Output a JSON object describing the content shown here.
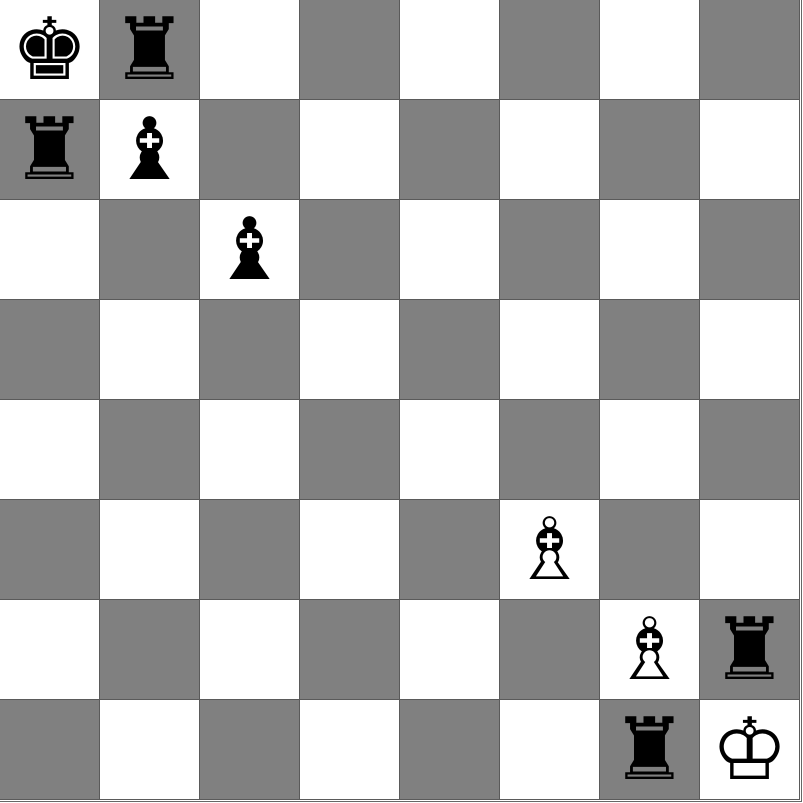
{
  "board": {
    "files": [
      "a",
      "b",
      "c",
      "d",
      "e",
      "f",
      "g",
      "h"
    ],
    "ranks": [
      "8",
      "7",
      "6",
      "5",
      "4",
      "3",
      "2",
      "1"
    ],
    "colors": {
      "light": "#ffffff",
      "dark": "#808080"
    },
    "pieces": [
      {
        "square": "a8",
        "color": "black",
        "type": "king",
        "glyph": "♚"
      },
      {
        "square": "b8",
        "color": "black",
        "type": "rook",
        "glyph": "♜"
      },
      {
        "square": "a7",
        "color": "black",
        "type": "rook",
        "glyph": "♜"
      },
      {
        "square": "b7",
        "color": "black",
        "type": "bishop",
        "glyph": "♝"
      },
      {
        "square": "c6",
        "color": "black",
        "type": "bishop",
        "glyph": "♝"
      },
      {
        "square": "f3",
        "color": "white",
        "type": "bishop",
        "glyph": "♗"
      },
      {
        "square": "g2",
        "color": "white",
        "type": "bishop",
        "glyph": "♗"
      },
      {
        "square": "h2",
        "color": "black",
        "type": "rook",
        "glyph": "♜"
      },
      {
        "square": "g1",
        "color": "black",
        "type": "rook",
        "glyph": "♜"
      },
      {
        "square": "h1",
        "color": "white",
        "type": "king",
        "glyph": "♔"
      }
    ]
  }
}
